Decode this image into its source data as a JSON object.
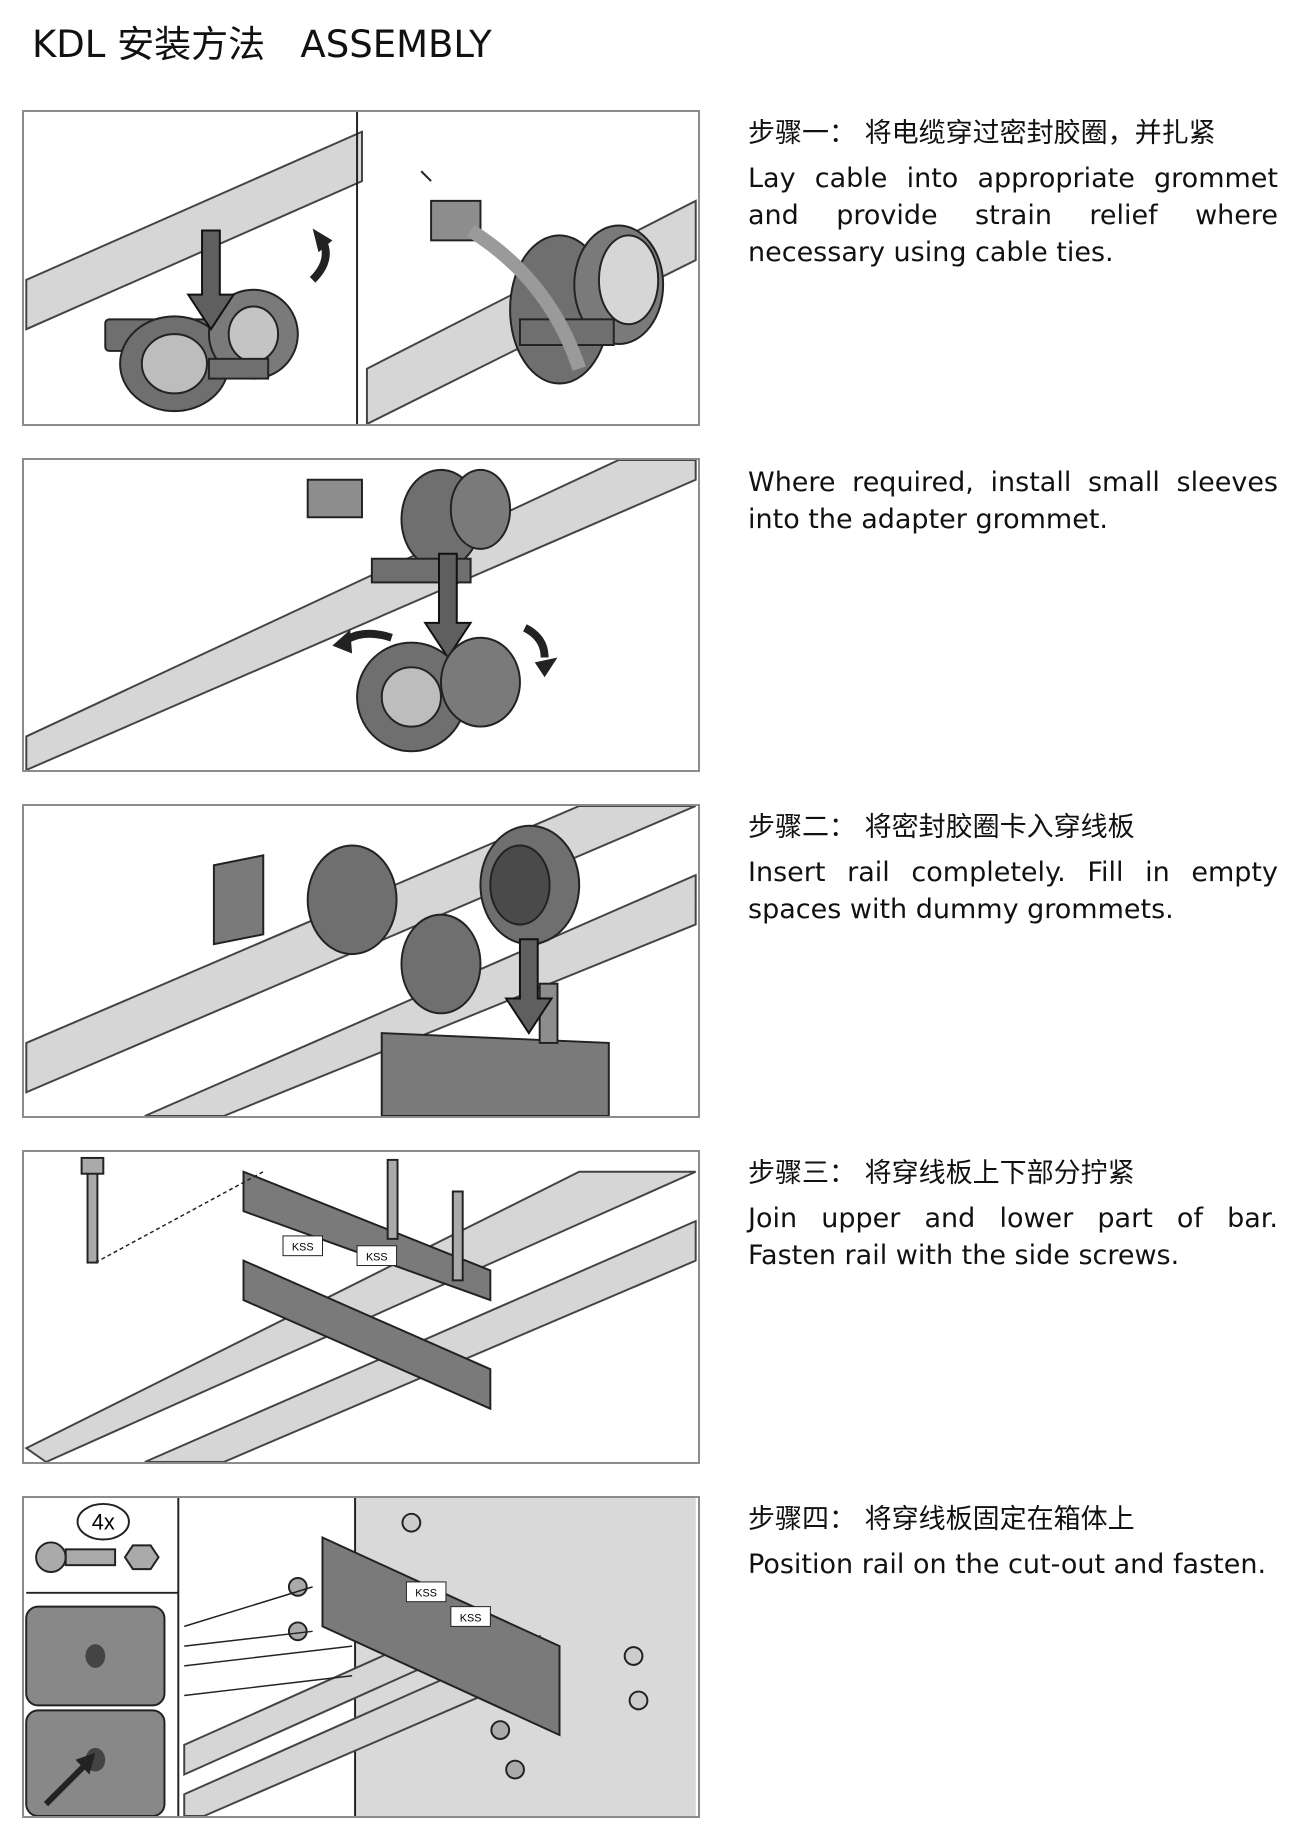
{
  "title": "KDL 安装方法   ASSEMBLY",
  "steps": [
    {
      "cn": "步骤一： 将电缆穿过密封胶圈，并扎紧",
      "en": "Lay cable into appropriate grommet and provide strain relief where necessary using cable ties."
    },
    {
      "cn": "",
      "en": "Where required, install small sleeves into the adapter grommet."
    },
    {
      "cn": "步骤二： 将密封胶圈卡入穿线板",
      "en": "Insert rail completely. Fill in empty spaces with dummy grommets."
    },
    {
      "cn": "步骤三： 将穿线板上下部分拧紧",
      "en": "Join upper and lower part of bar. Fasten rail with the side screws."
    },
    {
      "cn": "步骤四： 将穿线板固定在箱体上",
      "en": "Position rail on the cut-out and fasten."
    }
  ],
  "illustration_labels": {
    "kss": "KSS",
    "quantity": "4x"
  },
  "colors": {
    "cable": "#d4d4d4",
    "grommet": "#6f6f6f",
    "rail": "#7a7a7a",
    "frame": "#8c8c8c"
  }
}
